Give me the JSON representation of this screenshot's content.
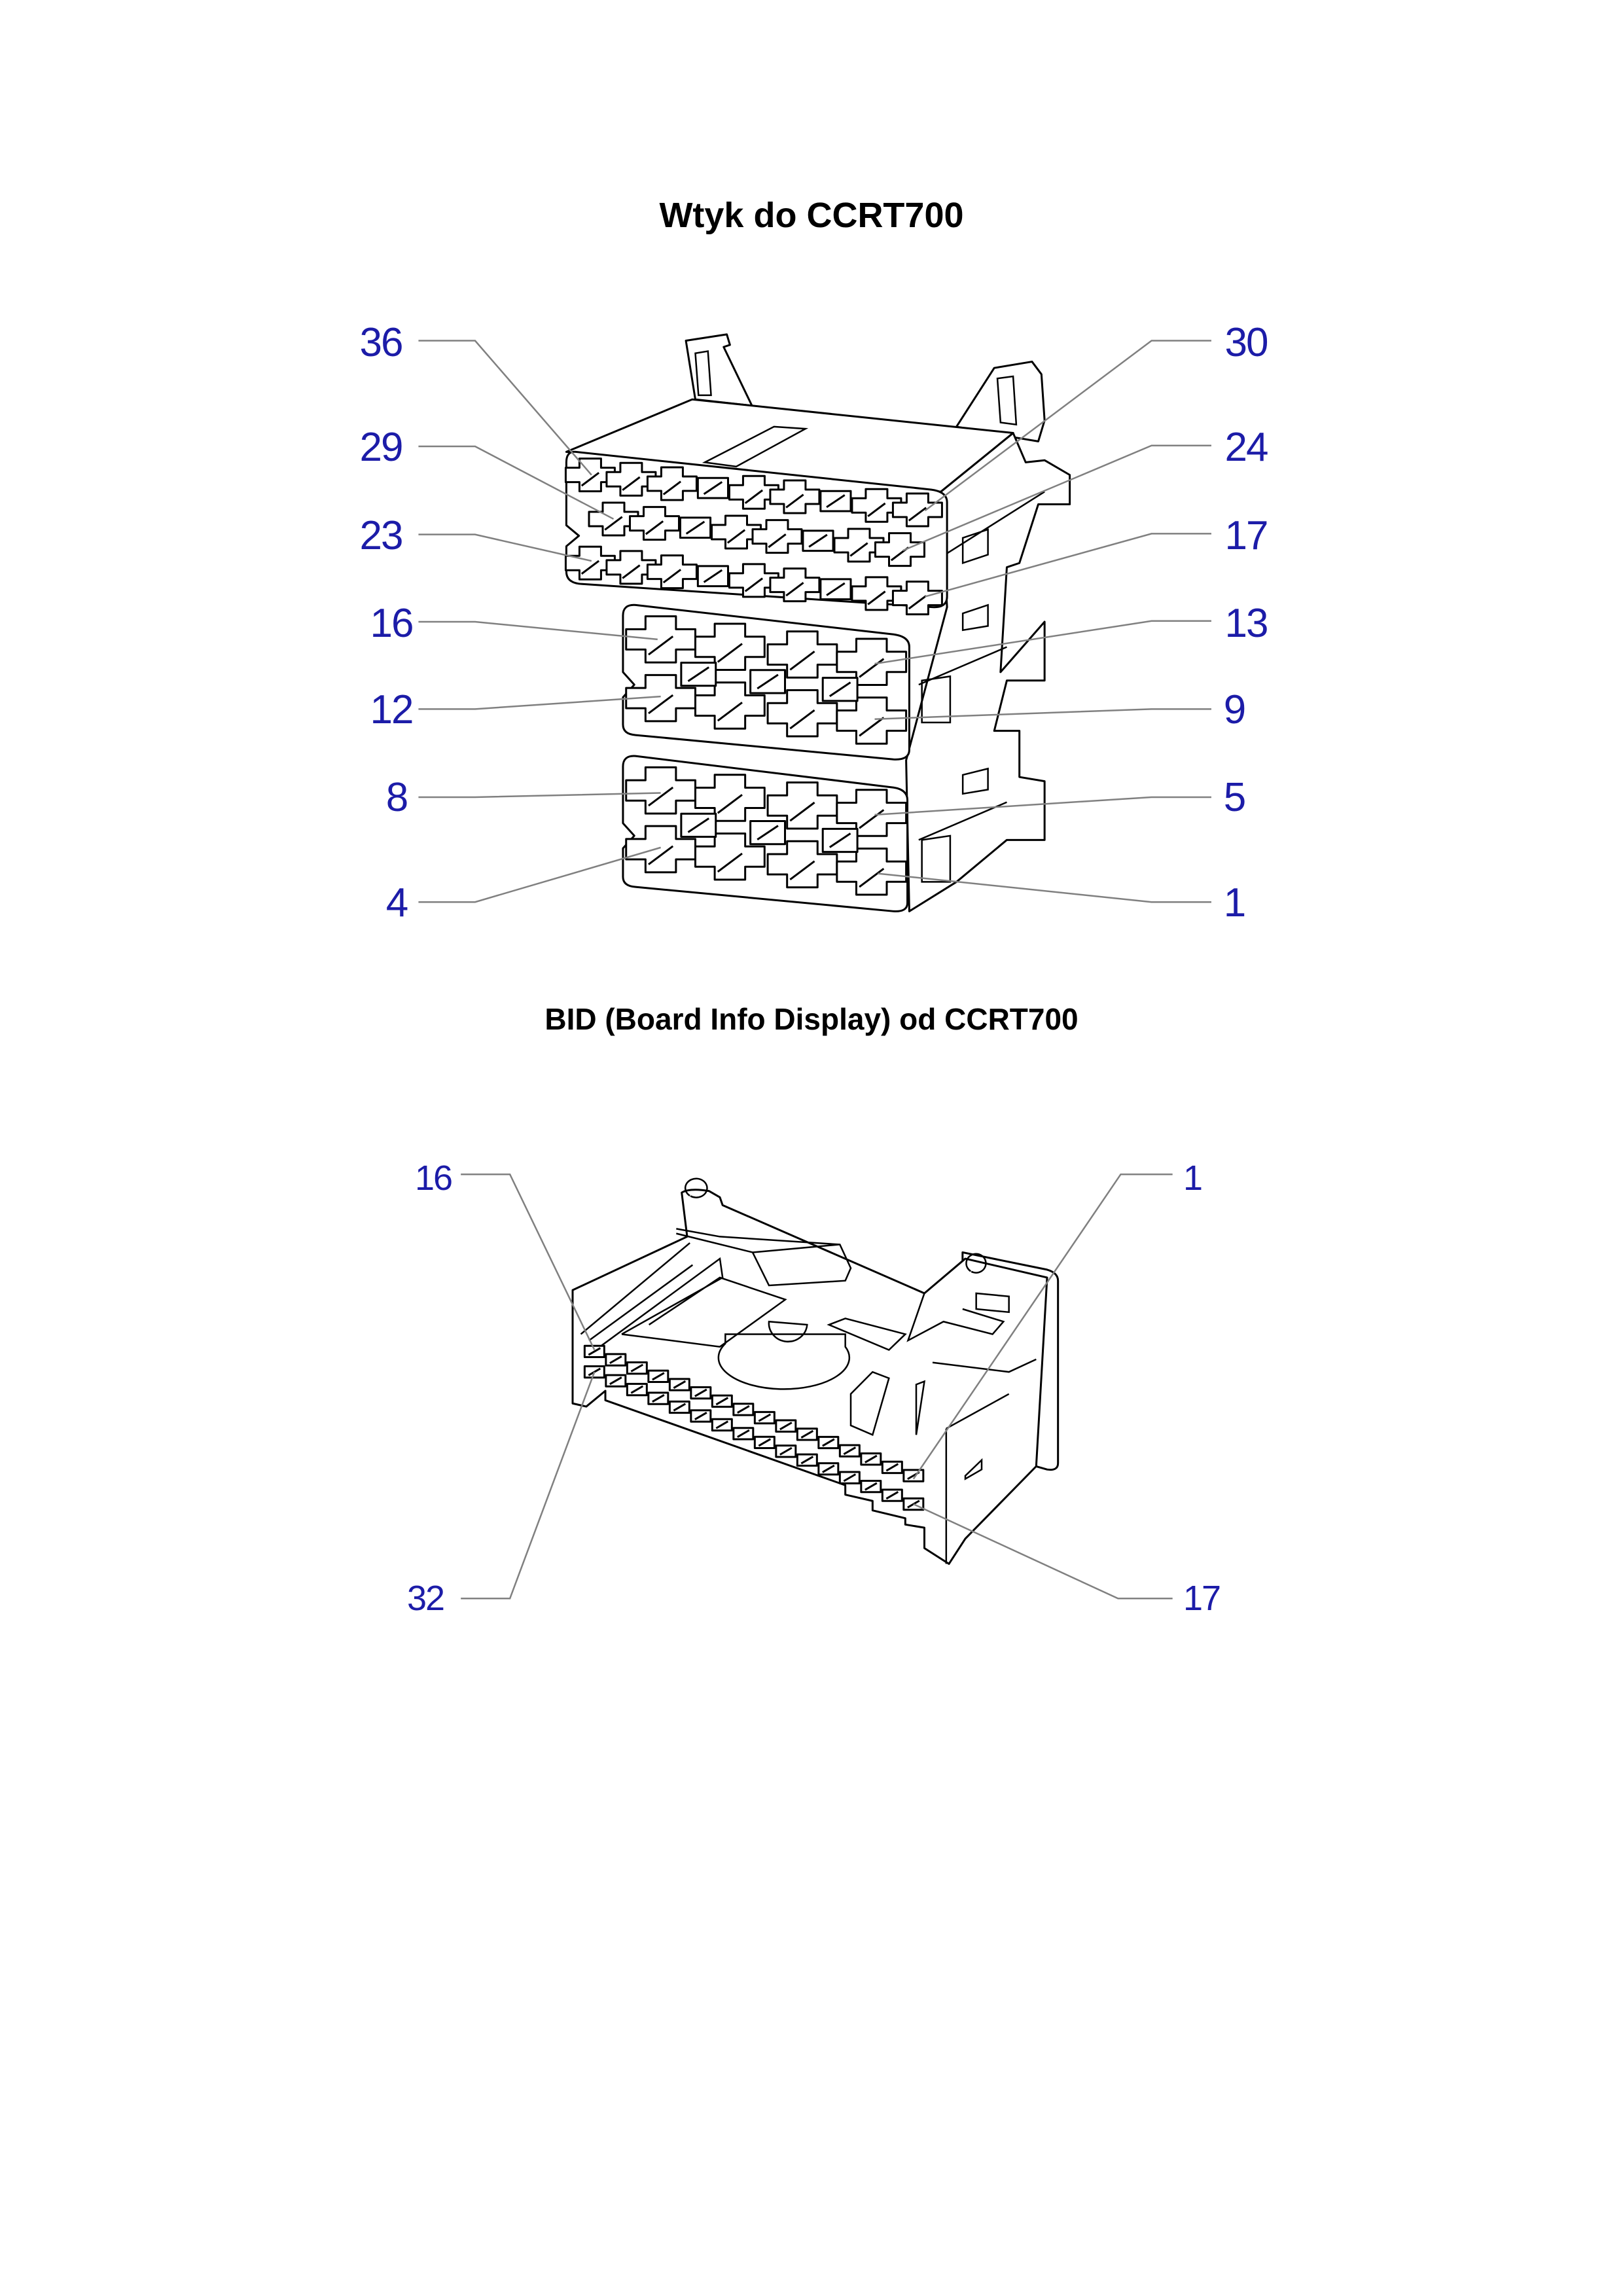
{
  "headings": {
    "connector_title": "Wtyk do CCRT700",
    "bid_title": "BID (Board Info Display) od CCRT700"
  },
  "connector_labels": [
    "36",
    "30",
    "29",
    "24",
    "23",
    "17",
    "16",
    "13",
    "12",
    "9",
    "8",
    "5",
    "4",
    "1"
  ],
  "bid_labels": [
    "16",
    "1",
    "32",
    "17"
  ],
  "colors": {
    "label": "#1c1ca8",
    "leader": "#808080",
    "outline": "#000000"
  }
}
